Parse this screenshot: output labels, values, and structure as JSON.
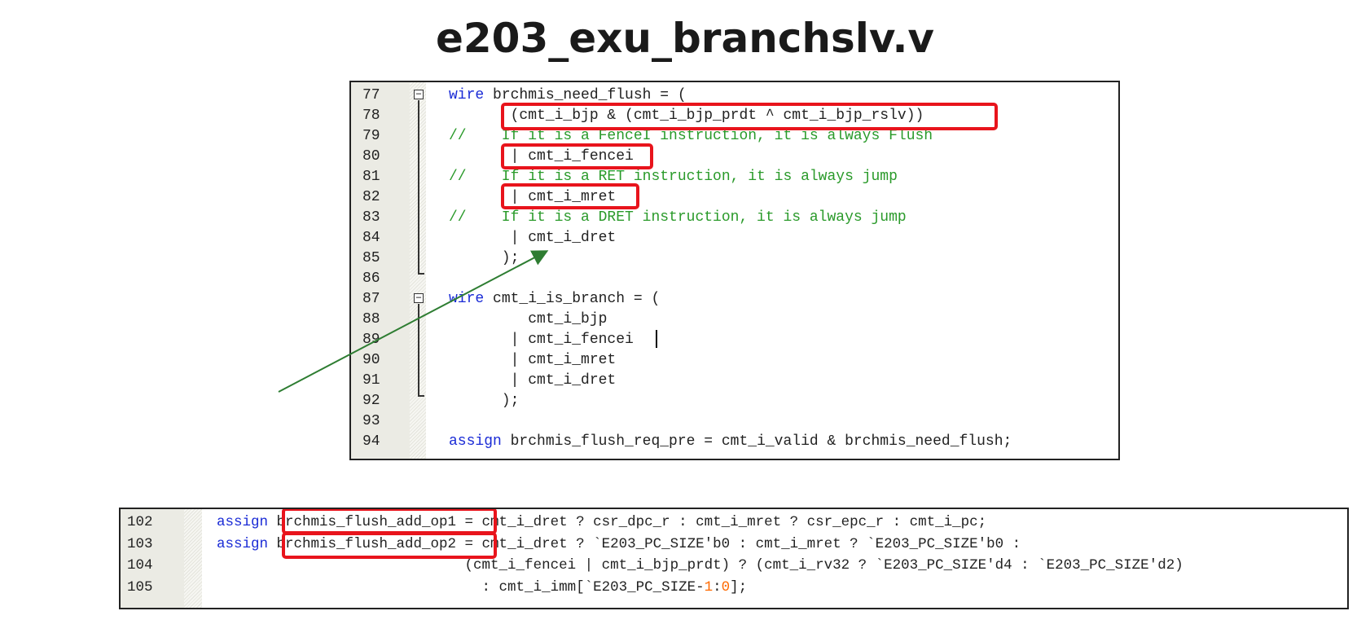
{
  "title": "e203_exu_branchslv.v",
  "top_panel": {
    "lines": [
      {
        "no": "77",
        "code": [
          {
            "t": "wire",
            "c": "kw"
          },
          {
            "t": " brchmis_need_flush = (",
            "c": ""
          }
        ]
      },
      {
        "no": "78",
        "code": [
          {
            "t": "       (cmt_i_bjp & (cmt_i_bjp_prdt ^ cmt_i_bjp_rslv))",
            "c": ""
          }
        ]
      },
      {
        "no": "79",
        "code": [
          {
            "t": "//    If it is a FenceI instruction, it is always Flush",
            "c": "cm"
          }
        ]
      },
      {
        "no": "80",
        "code": [
          {
            "t": "       | cmt_i_fencei",
            "c": ""
          }
        ]
      },
      {
        "no": "81",
        "code": [
          {
            "t": "//    If it is a RET instruction, it is always jump",
            "c": "cm"
          }
        ]
      },
      {
        "no": "82",
        "code": [
          {
            "t": "       | cmt_i_mret",
            "c": ""
          }
        ]
      },
      {
        "no": "83",
        "code": [
          {
            "t": "//    If it is a DRET instruction, it is always jump",
            "c": "cm"
          }
        ]
      },
      {
        "no": "84",
        "code": [
          {
            "t": "       | cmt_i_dret",
            "c": ""
          }
        ]
      },
      {
        "no": "85",
        "code": [
          {
            "t": "      );",
            "c": ""
          }
        ]
      },
      {
        "no": "86",
        "code": [
          {
            "t": "",
            "c": ""
          }
        ]
      },
      {
        "no": "87",
        "code": [
          {
            "t": "wire",
            "c": "kw"
          },
          {
            "t": " cmt_i_is_branch = (",
            "c": ""
          }
        ]
      },
      {
        "no": "88",
        "code": [
          {
            "t": "         cmt_i_bjp",
            "c": ""
          }
        ]
      },
      {
        "no": "89",
        "code": [
          {
            "t": "       | cmt_i_fencei",
            "c": ""
          }
        ]
      },
      {
        "no": "90",
        "code": [
          {
            "t": "       | cmt_i_mret",
            "c": ""
          }
        ]
      },
      {
        "no": "91",
        "code": [
          {
            "t": "       | cmt_i_dret",
            "c": ""
          }
        ]
      },
      {
        "no": "92",
        "code": [
          {
            "t": "      );",
            "c": ""
          }
        ]
      },
      {
        "no": "93",
        "code": [
          {
            "t": "",
            "c": ""
          }
        ]
      },
      {
        "no": "94",
        "code": [
          {
            "t": "assign",
            "c": "kw"
          },
          {
            "t": " brchmis_flush_req_pre = cmt_i_valid & brchmis_need_flush;",
            "c": ""
          }
        ]
      }
    ]
  },
  "bottom_panel": {
    "lines": [
      {
        "no": "102",
        "code": [
          {
            "t": "assign",
            "c": "kw"
          },
          {
            "t": " brchmis_flush_add_op1 = cmt_i_dret ? csr_dpc_r : cmt_i_mret ? csr_epc_r : cmt_i_pc;",
            "c": ""
          }
        ]
      },
      {
        "no": "103",
        "code": [
          {
            "t": "assign",
            "c": "kw"
          },
          {
            "t": " brchmis_flush_add_op2 = cmt_i_dret ? `E203_PC_SIZE'b0 : cmt_i_mret ? `E203_PC_SIZE'b0 :",
            "c": ""
          }
        ]
      },
      {
        "no": "104",
        "code": [
          {
            "t": "                             (cmt_i_fencei | cmt_i_bjp_prdt) ? (cmt_i_rv32 ? `E203_PC_SIZE'd4 : `E203_PC_SIZE'd2)",
            "c": ""
          }
        ]
      },
      {
        "no": "105",
        "code": [
          {
            "t": "                               : cmt_i_imm[`E203_PC_SIZE-",
            "c": ""
          },
          {
            "t": "1",
            "c": "num"
          },
          {
            "t": ":",
            "c": ""
          },
          {
            "t": "0",
            "c": "num"
          },
          {
            "t": "];",
            "c": ""
          }
        ]
      }
    ]
  },
  "colors": {
    "keyword": "#1a2bd6",
    "comment": "#2a9a2a",
    "number": "#ff6a00",
    "highlight": "#e8141c",
    "arrow": "#2e7d32",
    "gutter": "#ebebe4"
  }
}
